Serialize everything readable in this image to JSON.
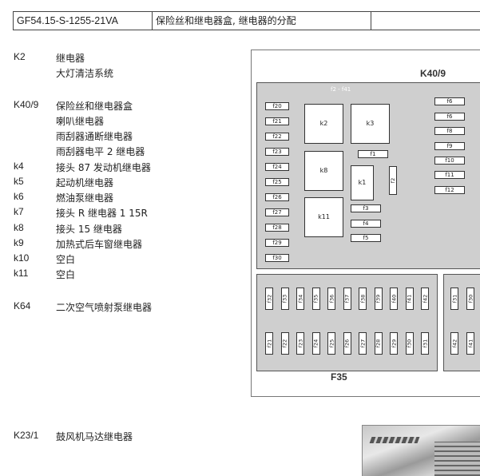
{
  "header": {
    "code": "GF54.15-S-1255-21VA",
    "title": "保险丝和继电器盒, 继电器的分配"
  },
  "legend": [
    {
      "code": "K2",
      "lines": [
        "继电器",
        "大灯清洁系统"
      ]
    },
    {
      "code": "K40/9",
      "lines": [
        "保险丝和继电器盒",
        "喇叭继电器",
        "雨刮器通断继电器",
        "雨刮器电平 2 继电器"
      ]
    },
    {
      "code": "k4",
      "lines": [
        "接头 87 发动机继电器"
      ]
    },
    {
      "code": "k5",
      "lines": [
        "起动机继电器"
      ]
    },
    {
      "code": "k6",
      "lines": [
        "燃油泵继电器"
      ]
    },
    {
      "code": "k7",
      "lines": [
        "接头 R 继电器 1 15R"
      ]
    },
    {
      "code": "k8",
      "lines": [
        "接头 15 继电器"
      ]
    },
    {
      "code": "k9",
      "lines": [
        "加热式后车窗继电器"
      ]
    },
    {
      "code": "k10",
      "lines": [
        "空白"
      ]
    },
    {
      "code": "k11",
      "lines": [
        "空白"
      ]
    },
    {
      "code": "K64",
      "lines": [
        "二次空气喷射泵继电器"
      ]
    },
    {
      "code": "K23/1",
      "lines": [
        "鼓风机马达继电器"
      ]
    }
  ],
  "diagram": {
    "title_top": "K40/9",
    "range_label": "f2 - f41",
    "title_bottom": "F35",
    "left_fuses": [
      "f20",
      "f21",
      "f22",
      "f23",
      "f24",
      "f25",
      "f26",
      "f27",
      "f28",
      "f29",
      "f30"
    ],
    "right_fuses": [
      "f6",
      "f6",
      "f8",
      "f9",
      "f10",
      "f11",
      "f12"
    ],
    "relays": [
      "k2",
      "k3",
      "k8",
      "k1",
      "k11"
    ],
    "mid_fuses": [
      "f1",
      "f2",
      "f3",
      "f4",
      "f5"
    ],
    "bottom_top_row": [
      "f32",
      "f33",
      "f34",
      "f35",
      "f36",
      "f37",
      "f38",
      "f39",
      "f40",
      "f41",
      "f42"
    ],
    "bottom_bottom_row": [
      "f21",
      "f22",
      "f23",
      "f24",
      "f25",
      "f26",
      "f27",
      "f28",
      "f29",
      "f30",
      "f31"
    ],
    "right_block_top": [
      "f31",
      "f30"
    ],
    "right_block_bottom": [
      "f42",
      "f41"
    ]
  }
}
